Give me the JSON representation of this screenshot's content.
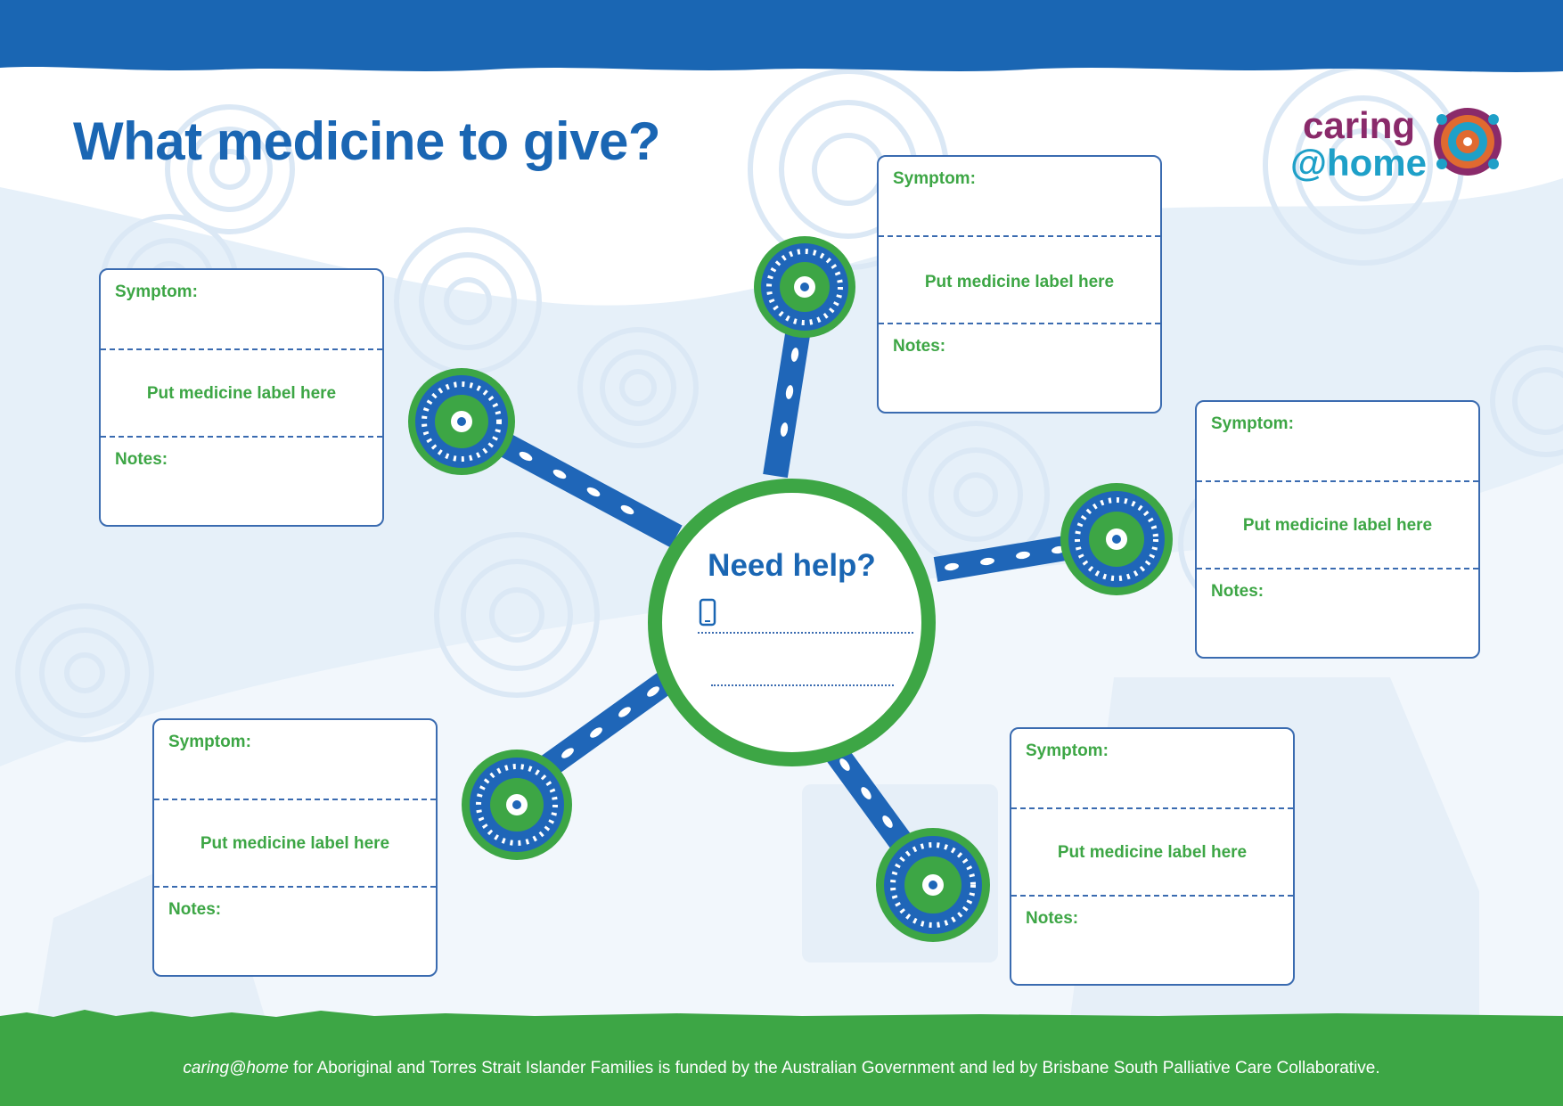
{
  "title": "What medicine to give?",
  "logo": {
    "line1": "caring",
    "line2": "@home"
  },
  "cards": [
    {
      "symptom": "Symptom:",
      "label": "Put medicine label here",
      "notes": "Notes:"
    },
    {
      "symptom": "Symptom:",
      "label": "Put medicine label here",
      "notes": "Notes:"
    },
    {
      "symptom": "Symptom:",
      "label": "Put medicine label here",
      "notes": "Notes:"
    },
    {
      "symptom": "Symptom:",
      "label": "Put medicine label here",
      "notes": "Notes:"
    },
    {
      "symptom": "Symptom:",
      "label": "Put medicine label here",
      "notes": "Notes:"
    }
  ],
  "help": {
    "title": "Need help?",
    "icon": "phone-icon"
  },
  "footer": {
    "brand": "caring@home",
    "text": " for Aboriginal and Torres Strait Islander Families is funded by the Australian Government and led by Brisbane South Palliative Care Collaborative."
  },
  "colors": {
    "blue": "#1a66b3",
    "green": "#3da645",
    "pale_blue": "#e2eef8",
    "logo_purple": "#8a2a6a",
    "logo_teal": "#1ea0c8"
  }
}
